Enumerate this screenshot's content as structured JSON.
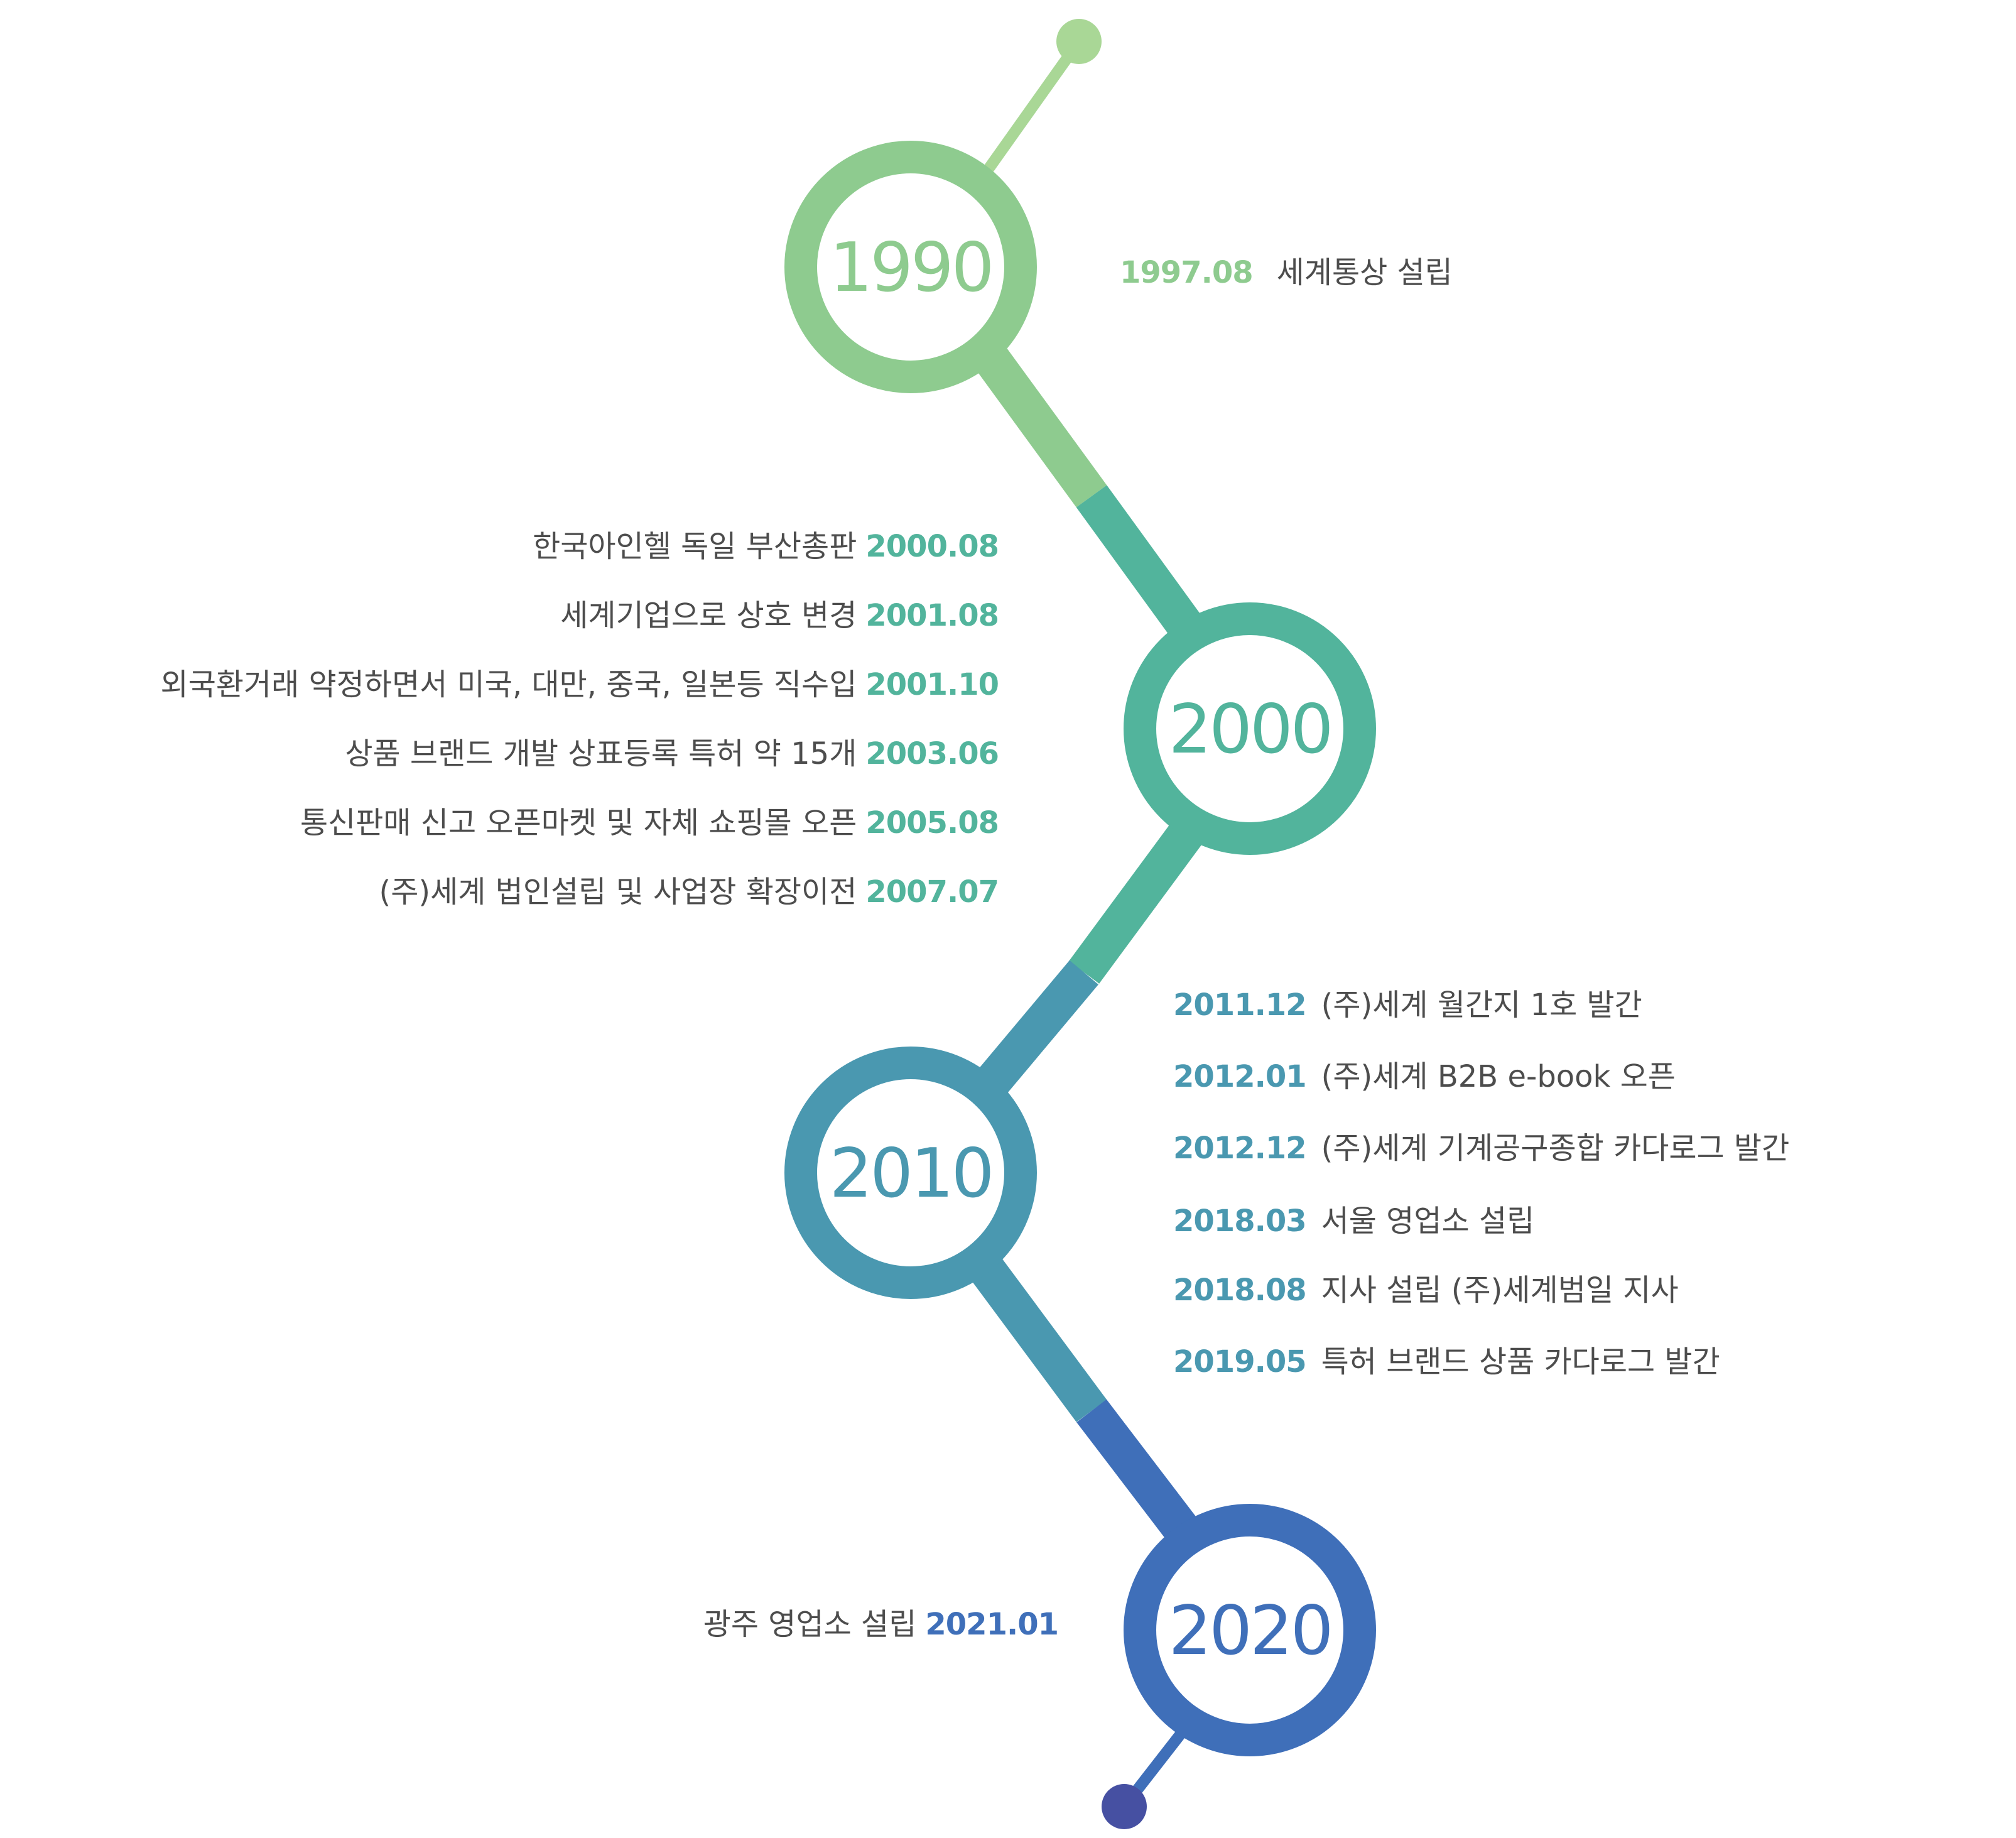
{
  "colors": {
    "era_1990": "#8ecb8f",
    "era_2000": "#52b49c",
    "era_2010": "#4a98b0",
    "era_2020": "#3f6fb9",
    "start_dot": "#a9d796",
    "end_dot": "#4650a2",
    "text": "#4d4d4d"
  },
  "eras": [
    {
      "label": "1990",
      "events": [
        {
          "date": "1997.08",
          "text": "세계통상 설립"
        }
      ]
    },
    {
      "label": "2000",
      "events": [
        {
          "date": "2000.08",
          "text": "한국아인헬 독일 부산총판"
        },
        {
          "date": "2001.08",
          "text": "세계기업으로 상호 변경"
        },
        {
          "date": "2001.10",
          "text": "외국환거래 약정하면서 미국, 대만, 중국, 일본등 직수입"
        },
        {
          "date": "2003.06",
          "text": "상품 브랜드 개발 상표등록 특허 약 15개"
        },
        {
          "date": "2005.08",
          "text": "통신판매 신고 오픈마켓 및 자체 쇼핑몰 오픈"
        },
        {
          "date": "2007.07",
          "text": "(주)세계 법인설립 및 사업장 확장이전"
        }
      ]
    },
    {
      "label": "2010",
      "events": [
        {
          "date": "2011.12",
          "text": "(주)세계 월간지 1호 발간"
        },
        {
          "date": "2012.01",
          "text": "(주)세계 B2B e-book 오픈"
        },
        {
          "date": "2012.12",
          "text": "(주)세계 기계공구종합 카다로그 발간"
        },
        {
          "date": "2018.03",
          "text": "서울 영업소 설립"
        },
        {
          "date": "2018.08",
          "text": "지사 설립 (주)세계범일 지사"
        },
        {
          "date": "2019.05",
          "text": "특허 브랜드 상품 카다로그 발간"
        }
      ]
    },
    {
      "label": "2020",
      "events": [
        {
          "date": "2021.01",
          "text": "광주 영업소 설립"
        }
      ]
    }
  ]
}
